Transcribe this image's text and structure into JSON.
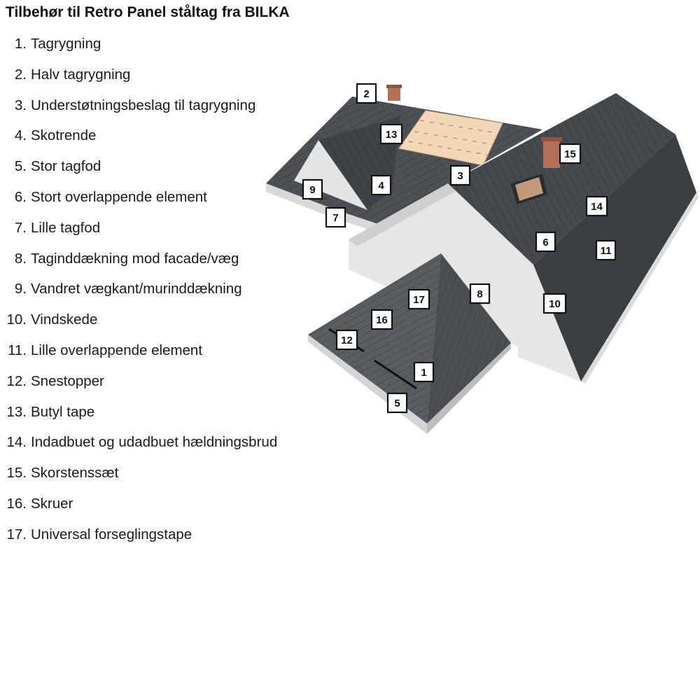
{
  "title": "Tilbehør til Retro Panel ståltag fra BILKA",
  "items": [
    {
      "number": "1.",
      "label": "Tagrygning"
    },
    {
      "number": "2.",
      "label": "Halv tagrygning"
    },
    {
      "number": "3.",
      "label": "Understøtningsbeslag til tagrygning"
    },
    {
      "number": "4.",
      "label": "Skotrende"
    },
    {
      "number": "5.",
      "label": "Stor tagfod"
    },
    {
      "number": "6.",
      "label": "Stort overlappende element"
    },
    {
      "number": "7.",
      "label": "Lille tagfod"
    },
    {
      "number": "8.",
      "label": "Taginddækning mod facade/væg"
    },
    {
      "number": "9.",
      "label": "Vandret vægkant/murinddækning"
    },
    {
      "number": "10.",
      "label": "Vindskede"
    },
    {
      "number": "11.",
      "label": "Lille overlappende element"
    },
    {
      "number": "12.",
      "label": "Snestopper"
    },
    {
      "number": "13.",
      "label": "Butyl tape"
    },
    {
      "number": "14.",
      "label": "Indadbuet og udadbuet hældningsbrud"
    },
    {
      "number": "15.",
      "label": "Skorstenssæt"
    },
    {
      "number": "16.",
      "label": "Skruer"
    },
    {
      "number": "17.",
      "label": "Universal forseglingstape"
    }
  ],
  "callouts": [
    "1",
    "2",
    "3",
    "4",
    "5",
    "6",
    "7",
    "8",
    "9",
    "10",
    "11",
    "12",
    "13",
    "14",
    "15",
    "16",
    "17"
  ],
  "colors": {
    "roof": "#4a4d52",
    "roof_dark": "#35383c",
    "wall": "#e8e8e8",
    "tape": "#f2d7b8",
    "chimney": "#b5705a"
  }
}
